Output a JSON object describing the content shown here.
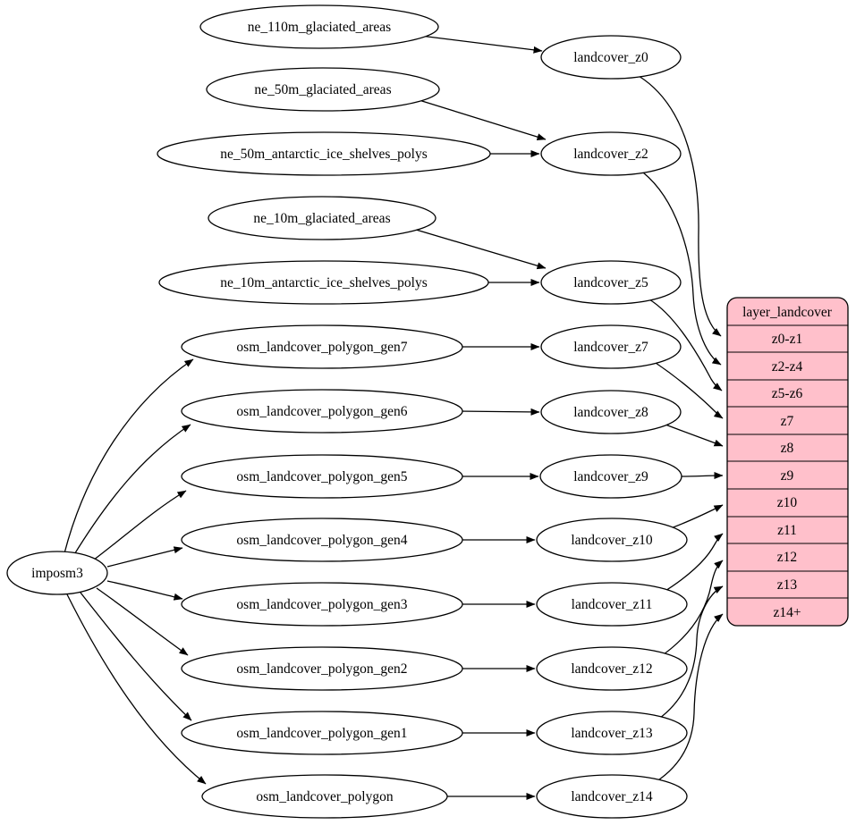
{
  "colors": {
    "background": "#ffffff",
    "line": "#000000",
    "table_fill": "#ffc0cb"
  },
  "root_node": {
    "label": "imposm3"
  },
  "sources": [
    {
      "label": "ne_110m_glaciated_areas"
    },
    {
      "label": "ne_50m_glaciated_areas"
    },
    {
      "label": "ne_50m_antarctic_ice_shelves_polys"
    },
    {
      "label": "ne_10m_glaciated_areas"
    },
    {
      "label": "ne_10m_antarctic_ice_shelves_polys"
    },
    {
      "label": "osm_landcover_polygon_gen7"
    },
    {
      "label": "osm_landcover_polygon_gen6"
    },
    {
      "label": "osm_landcover_polygon_gen5"
    },
    {
      "label": "osm_landcover_polygon_gen4"
    },
    {
      "label": "osm_landcover_polygon_gen3"
    },
    {
      "label": "osm_landcover_polygon_gen2"
    },
    {
      "label": "osm_landcover_polygon_gen1"
    },
    {
      "label": "osm_landcover_polygon"
    }
  ],
  "intermediate": [
    {
      "label": "landcover_z0"
    },
    {
      "label": "landcover_z2"
    },
    {
      "label": "landcover_z5"
    },
    {
      "label": "landcover_z7"
    },
    {
      "label": "landcover_z8"
    },
    {
      "label": "landcover_z9"
    },
    {
      "label": "landcover_z10"
    },
    {
      "label": "landcover_z11"
    },
    {
      "label": "landcover_z12"
    },
    {
      "label": "landcover_z13"
    },
    {
      "label": "landcover_z14"
    }
  ],
  "table": {
    "title": "layer_landcover",
    "rows": [
      "z0-z1",
      "z2-z4",
      "z5-z6",
      "z7",
      "z8",
      "z9",
      "z10",
      "z11",
      "z12",
      "z13",
      "z14+"
    ]
  },
  "edges": [
    {
      "from": "ne_110m_glaciated_areas",
      "to": "landcover_z0"
    },
    {
      "from": "ne_50m_glaciated_areas",
      "to": "landcover_z2"
    },
    {
      "from": "ne_50m_antarctic_ice_shelves_polys",
      "to": "landcover_z2"
    },
    {
      "from": "ne_10m_glaciated_areas",
      "to": "landcover_z5"
    },
    {
      "from": "ne_10m_antarctic_ice_shelves_polys",
      "to": "landcover_z5"
    },
    {
      "from": "osm_landcover_polygon_gen7",
      "to": "landcover_z7"
    },
    {
      "from": "osm_landcover_polygon_gen6",
      "to": "landcover_z8"
    },
    {
      "from": "osm_landcover_polygon_gen5",
      "to": "landcover_z9"
    },
    {
      "from": "osm_landcover_polygon_gen4",
      "to": "landcover_z10"
    },
    {
      "from": "osm_landcover_polygon_gen3",
      "to": "landcover_z11"
    },
    {
      "from": "osm_landcover_polygon_gen2",
      "to": "landcover_z12"
    },
    {
      "from": "osm_landcover_polygon_gen1",
      "to": "landcover_z13"
    },
    {
      "from": "osm_landcover_polygon",
      "to": "landcover_z14"
    },
    {
      "from": "imposm3",
      "to": "osm_landcover_polygon_gen7"
    },
    {
      "from": "imposm3",
      "to": "osm_landcover_polygon_gen6"
    },
    {
      "from": "imposm3",
      "to": "osm_landcover_polygon_gen5"
    },
    {
      "from": "imposm3",
      "to": "osm_landcover_polygon_gen4"
    },
    {
      "from": "imposm3",
      "to": "osm_landcover_polygon_gen3"
    },
    {
      "from": "imposm3",
      "to": "osm_landcover_polygon_gen2"
    },
    {
      "from": "imposm3",
      "to": "osm_landcover_polygon_gen1"
    },
    {
      "from": "imposm3",
      "to": "osm_landcover_polygon"
    },
    {
      "from": "landcover_z0",
      "to": "layer_landcover:z0-z1"
    },
    {
      "from": "landcover_z2",
      "to": "layer_landcover:z2-z4"
    },
    {
      "from": "landcover_z5",
      "to": "layer_landcover:z5-z6"
    },
    {
      "from": "landcover_z7",
      "to": "layer_landcover:z7"
    },
    {
      "from": "landcover_z8",
      "to": "layer_landcover:z8"
    },
    {
      "from": "landcover_z9",
      "to": "layer_landcover:z9"
    },
    {
      "from": "landcover_z10",
      "to": "layer_landcover:z10"
    },
    {
      "from": "landcover_z11",
      "to": "layer_landcover:z11"
    },
    {
      "from": "landcover_z12",
      "to": "layer_landcover:z12"
    },
    {
      "from": "landcover_z13",
      "to": "layer_landcover:z13"
    },
    {
      "from": "landcover_z14",
      "to": "layer_landcover:z14+"
    }
  ]
}
